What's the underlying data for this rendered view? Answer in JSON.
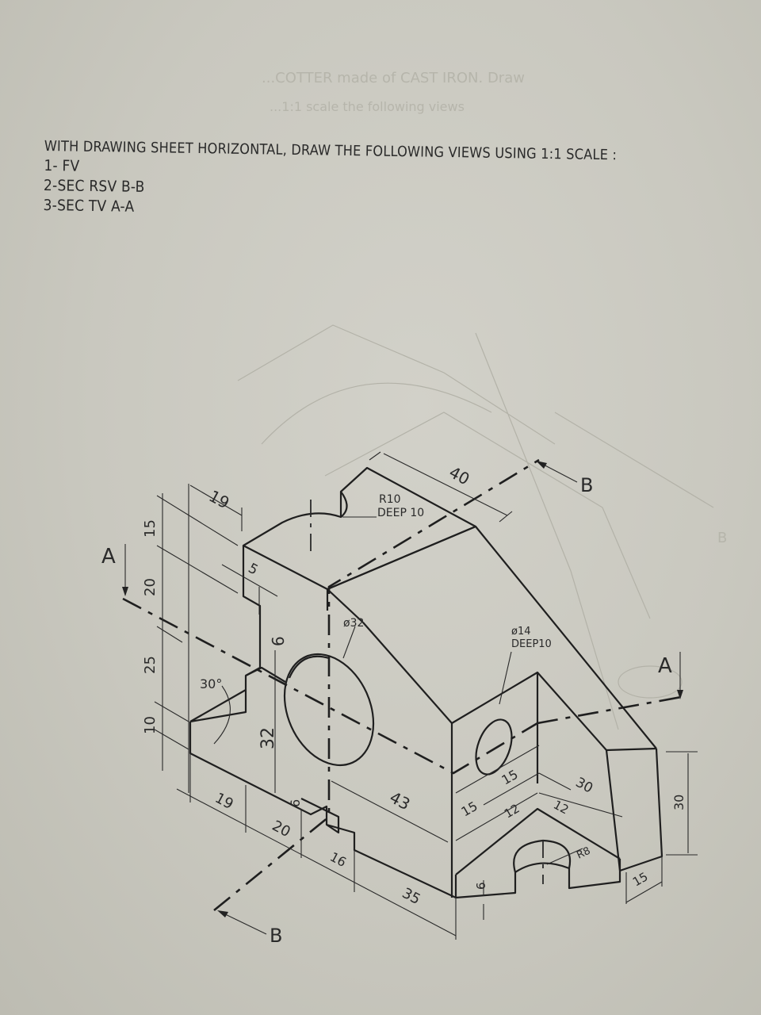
{
  "faint_header": {
    "line1": "...COTTER made of CAST IRON. Draw",
    "line2": "...1:1 scale the following views"
  },
  "instructions": {
    "heading": "WITH DRAWING SHEET HORIZONTAL, DRAW THE FOLLOWING VIEWS USING 1:1 SCALE :",
    "items": [
      "1- FV",
      "2-SEC RSV B-B",
      "3-SEC TV A-A"
    ]
  },
  "drawing": {
    "section_labels": {
      "a_left": "A",
      "a_right": "A",
      "b_top": "B",
      "b_bottom": "B"
    },
    "notes": {
      "r10_line1": "R10",
      "r10_line2": "DEEP  10",
      "dia32": "ø32",
      "dia14_line1": "ø14",
      "dia14_line2": "DEEP10",
      "r8": "R8",
      "angle": "30°"
    },
    "dimensions": {
      "top_19": "19",
      "top_40": "40",
      "left_15": "15",
      "left_20": "20",
      "left_25": "25",
      "left_10": "10",
      "step_5": "5",
      "step_6_top": "6",
      "height_32": "32",
      "small_6": "6",
      "bottom_19": "19",
      "bottom_20": "20",
      "bottom_16": "16",
      "bottom_35": "35",
      "length_43": "43",
      "right_15a": "15",
      "right_15b": "15",
      "right_30": "30",
      "right_12a": "12",
      "right_12b": "12",
      "foot_6": "6",
      "right_height_30": "30",
      "right_15c": "15"
    },
    "ghost_labels": {
      "b_right": "B"
    }
  }
}
